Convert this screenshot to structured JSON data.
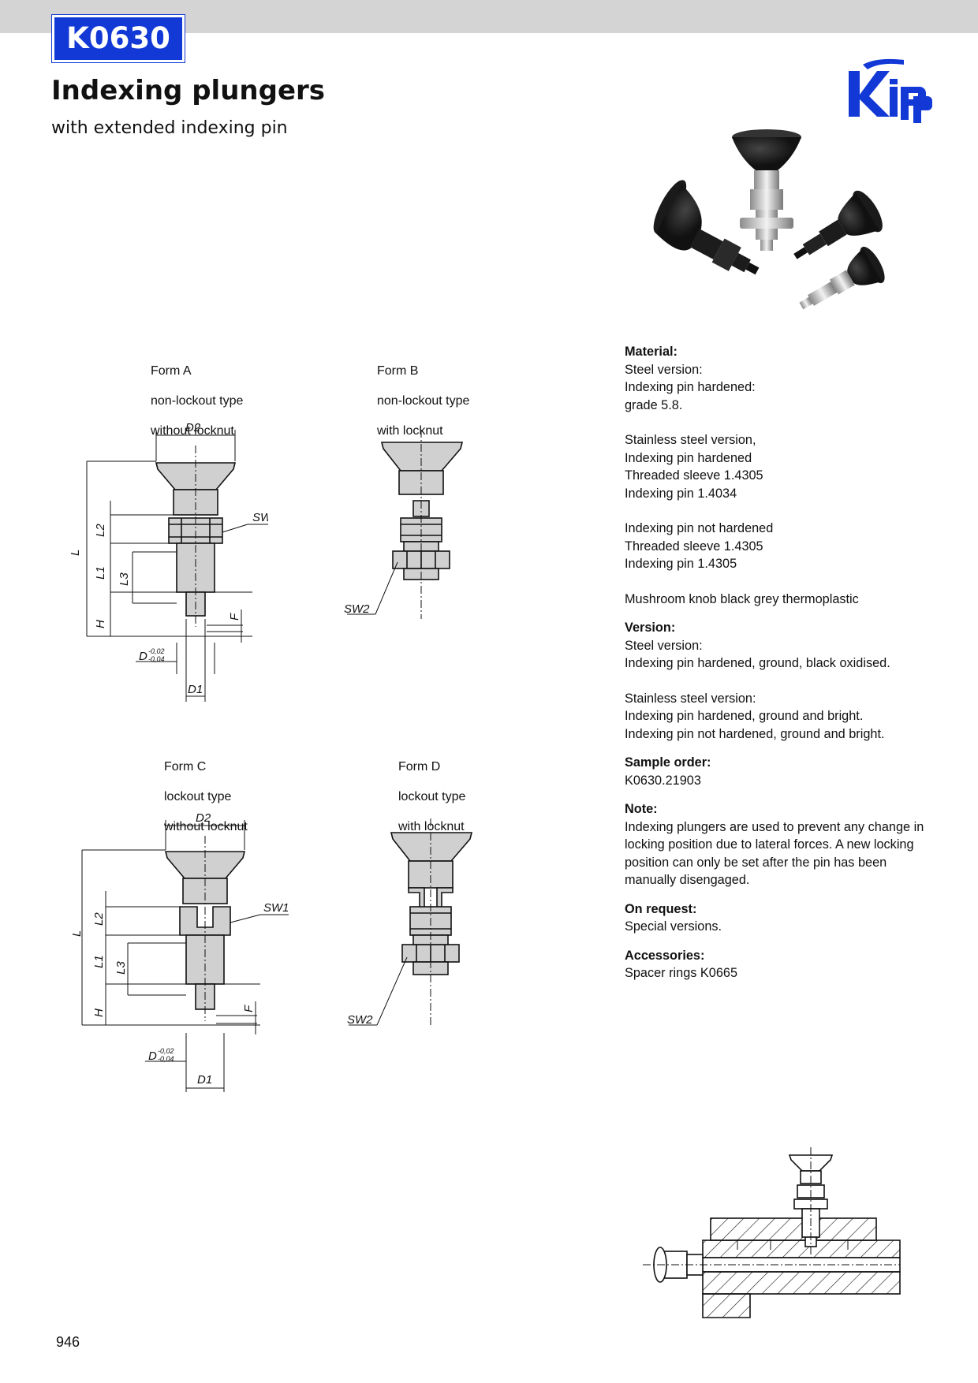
{
  "header": {
    "product_code": "K0630",
    "title": "Indexing plungers",
    "subtitle": "with extended indexing pin",
    "brand_color": "#1238d6"
  },
  "forms": {
    "form_a": {
      "lines": [
        "Form A",
        "non-lockout type",
        "without locknut"
      ]
    },
    "form_b": {
      "lines": [
        "Form B",
        "non-lockout type",
        "with locknut"
      ]
    },
    "form_c": {
      "lines": [
        "Form C",
        "lockout type",
        "without locknut"
      ]
    },
    "form_d": {
      "lines": [
        "Form D",
        "lockout type",
        "with locknut"
      ]
    }
  },
  "dimensions": {
    "d2": "D2",
    "d1": "D1",
    "d": "D",
    "d_tol_upper": "-0,02",
    "d_tol_lower": "-0,04",
    "sw1": "SW1",
    "sw2": "SW2",
    "l": "L",
    "l1": "L1",
    "l2": "L2",
    "l3": "L3",
    "h": "H",
    "f": "F"
  },
  "specs": {
    "material_head": "Material:",
    "material_steel": [
      "Steel version:",
      "Indexing pin hardened:",
      "grade 5.8."
    ],
    "material_stainless": [
      "Stainless steel version,",
      "Indexing pin hardened",
      "Threaded sleeve 1.4305",
      "Indexing pin 1.4034"
    ],
    "material_not_hardened": [
      "Indexing pin not hardened",
      "Threaded sleeve 1.4305",
      "Indexing pin 1.4305"
    ],
    "material_knob": "Mushroom knob black grey thermoplastic",
    "version_head": "Version:",
    "version_steel": [
      "Steel version:",
      "Indexing pin hardened, ground, black oxidised."
    ],
    "version_stainless": [
      "Stainless steel version:",
      "Indexing pin hardened, ground and bright.",
      "Indexing pin not hardened, ground and bright."
    ],
    "sample_head": "Sample order:",
    "sample_value": "K0630.21903",
    "note_head": "Note:",
    "note_text": "Indexing plungers are used to prevent any change in locking position due to lateral forces. A new locking position can only be set after the pin has been manually disengaged.",
    "request_head": "On request:",
    "request_value": "Special versions.",
    "accessories_head": "Accessories:",
    "accessories_value": "Spacer rings K0665"
  },
  "page_number": "946"
}
